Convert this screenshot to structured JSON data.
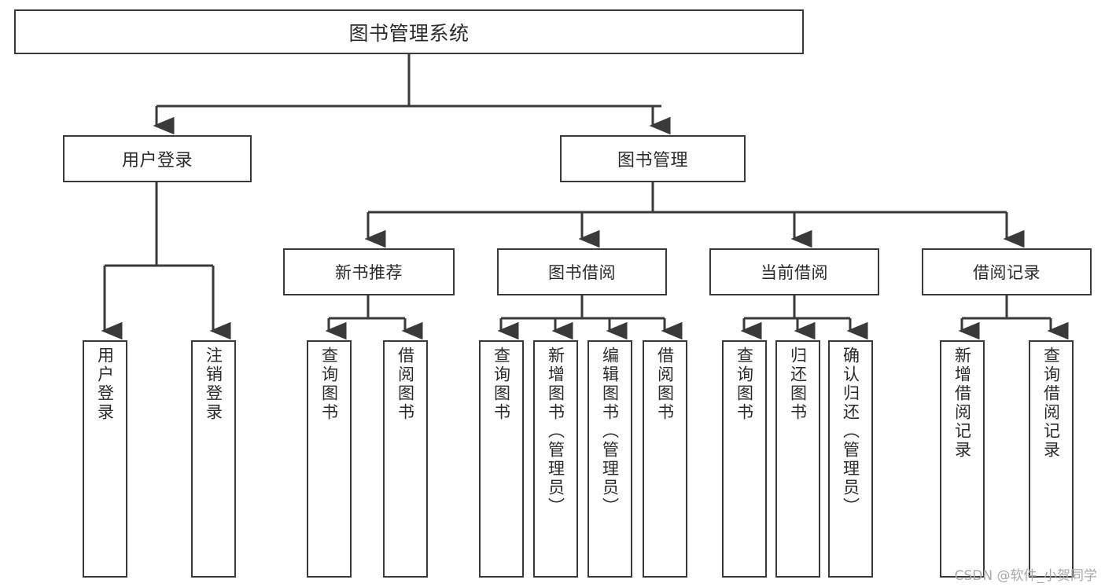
{
  "diagram": {
    "title": "图书管理系统",
    "type": "tree-hierarchy-diagram",
    "colors": {
      "stroke": "#3a3a3a",
      "fill": "#fefefe",
      "text": "#2b2b2b",
      "watermark": "#a8a8a8"
    },
    "root": {
      "label": "图书管理系统"
    },
    "level2": [
      {
        "label": "用户登录"
      },
      {
        "label": "图书管理"
      }
    ],
    "level3": [
      {
        "label": "新书推荐"
      },
      {
        "label": "图书借阅"
      },
      {
        "label": "当前借阅"
      },
      {
        "label": "借阅记录"
      }
    ],
    "leaves": {
      "user_login": [
        {
          "label": "用户登录"
        },
        {
          "label": "注销登录"
        }
      ],
      "new_book_recommend": [
        {
          "label": "查询图书"
        },
        {
          "label": "借阅图书"
        }
      ],
      "book_borrow": [
        {
          "label": "查询图书"
        },
        {
          "label": "新增图书（管理员）"
        },
        {
          "label": "编辑图书（管理员）"
        },
        {
          "label": "借阅图书"
        }
      ],
      "current_borrow": [
        {
          "label": "查询图书"
        },
        {
          "label": "归还图书"
        },
        {
          "label": "确认归还（管理员）"
        }
      ],
      "borrow_record": [
        {
          "label": "新增借阅记录"
        },
        {
          "label": "查询借阅记录"
        }
      ]
    }
  },
  "watermark": {
    "text": "CSDN @软件_小贺同学"
  }
}
